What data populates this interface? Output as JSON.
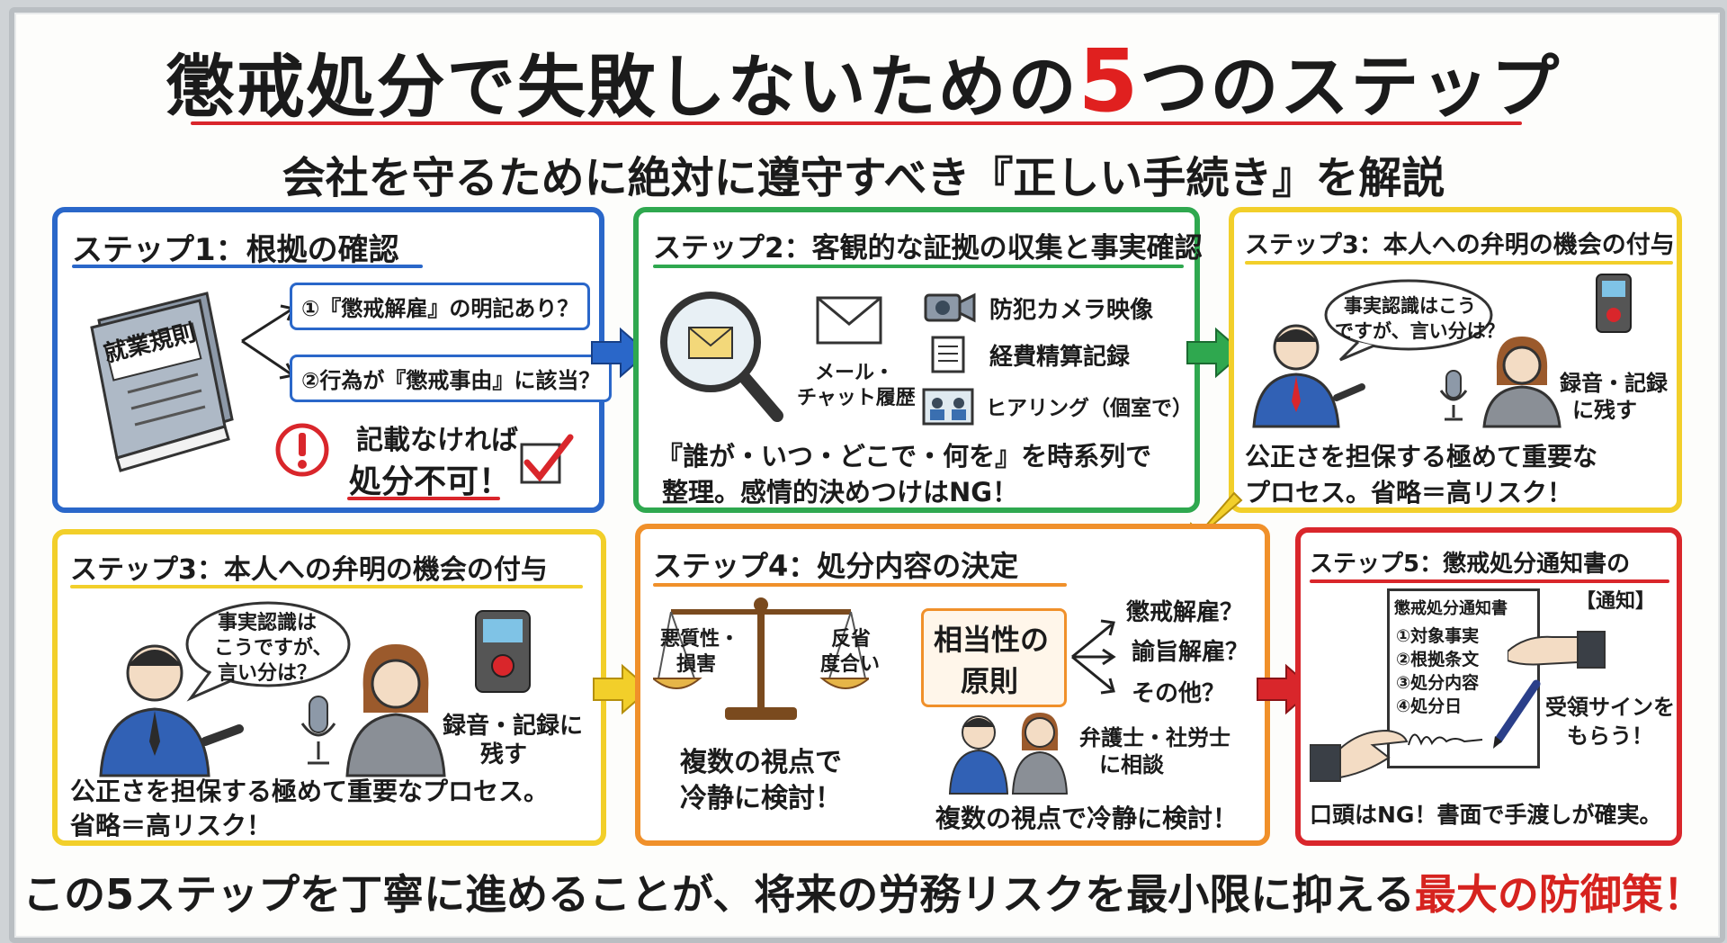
{
  "header": {
    "title_pre": "懲戒処分で失敗しないための",
    "title_num": "5",
    "title_post": "つのステップ",
    "subtitle": "会社を守るために絶対に遵守すべき『正しい手続き』を解説"
  },
  "step1": {
    "title": "ステップ1：根拠の確認",
    "book_label": "就業規則",
    "check1": "①『懲戒解雇』の明記あり？",
    "check2": "②行為が『懲戒事由』に該当？",
    "warn1": "記載なければ",
    "warn2": "処分不可！"
  },
  "step2": {
    "title": "ステップ2：客観的な証拠の収集と事実確認",
    "mail_label1": "メール・",
    "mail_label2": "チャット履歴",
    "item1": "防犯カメラ映像",
    "item2": "経費精算記録",
    "item3": "ヒアリング（個室で）",
    "note1": "『誰が・いつ・どこで・何を』を時系列で",
    "note2": "整理。感情的決めつけはNG！"
  },
  "step3a": {
    "title": "ステップ3：本人への弁明の機会の付与",
    "bubble1": "事実認識はこう",
    "bubble2": "ですが、言い分は？",
    "rec1": "録音・記録",
    "rec2": "に残す",
    "note1": "公正さを担保する極めて重要な",
    "note2": "プロセス。省略＝高リスク！"
  },
  "step3b": {
    "title": "ステップ3：本人への弁明の機会の付与",
    "bubble1": "事実認識は",
    "bubble2": "こうですが、",
    "bubble3": "言い分は？",
    "rec1": "録音・記録に",
    "rec2": "残す",
    "note1": "公正さを担保する極めて重要なプロセス。",
    "note2": "省略＝高リスク！"
  },
  "step4": {
    "title": "ステップ4：処分内容の決定",
    "scale_left1": "悪質性・",
    "scale_left2": "損害",
    "scale_right1": "反省",
    "scale_right2": "度合い",
    "principle1": "相当性の",
    "principle2": "原則",
    "opt1": "懲戒解雇？",
    "opt2": "諭旨解雇？",
    "opt3": "その他？",
    "consult1": "弁護士・社労士",
    "consult2": "に相談",
    "view1": "複数の視点で",
    "view2": "冷静に検討！",
    "bottom": "複数の視点で冷静に検討！"
  },
  "step5": {
    "title": "ステップ5：懲戒処分通知書の",
    "tag": "【通知】",
    "doc_title": "懲戒処分通知書",
    "doc1": "①対象事実",
    "doc2": "②根拠条文",
    "doc3": "③処分内容",
    "doc4": "④処分日",
    "sign1": "受領サインを",
    "sign2": "もらう！",
    "note": "口頭はNG！書面で手渡しが確実。"
  },
  "footer": {
    "text": "この5ステップを丁寧に進めることが、将来の労務リスクを最小限に抑える",
    "highlight": "最大の防御策！"
  },
  "colors": {
    "blue": "#2a67c9",
    "green": "#2fa84f",
    "yellow": "#f2cf2a",
    "orange": "#f0902a",
    "red": "#d9262b"
  }
}
